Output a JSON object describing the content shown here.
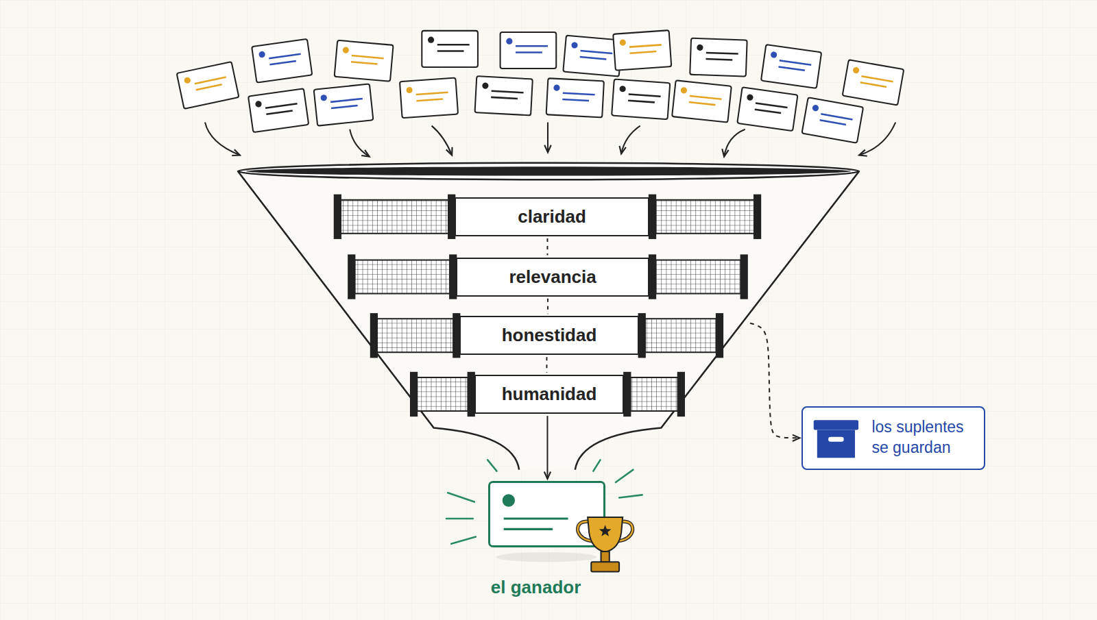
{
  "diagram": {
    "nodes": [
      {
        "text": [
          "claridad"
        ]
      },
      {
        "text": [
          "relevancia"
        ]
      },
      {
        "text": [
          "honestidad"
        ]
      },
      {
        "text": [
          "humanidad"
        ]
      },
      {
        "text": [
          "el ganador"
        ]
      },
      {
        "text": [
          "los suplentes se guardan"
        ]
      }
    ],
    "edges": [
      {
        "from": 0,
        "to": 1,
        "arrow": "none"
      },
      {
        "from": 1,
        "to": 2,
        "arrow": "none"
      },
      {
        "from": 2,
        "to": 3,
        "arrow": "none"
      },
      {
        "from": 3,
        "to": 4,
        "arrow": "to"
      },
      {
        "from": 2,
        "to": 5,
        "arrow": "to"
      }
    ]
  }
}
